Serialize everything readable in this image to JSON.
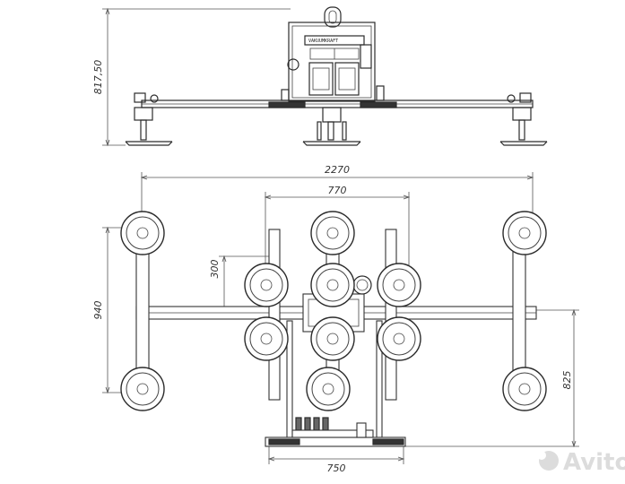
{
  "dimensions": {
    "side_height": "817,50",
    "overall_width": "2270",
    "upper_span": "770",
    "upper_offset": "300",
    "overall_height": "940",
    "lower_height": "825",
    "base_width": "750"
  },
  "nameplate": {
    "brand": "VAKUUMKRAFT"
  },
  "watermark": {
    "text": "Avito"
  },
  "colors": {
    "stroke": "#2b2b2b",
    "background": "#ffffff",
    "watermark": "#dcdcdc"
  }
}
